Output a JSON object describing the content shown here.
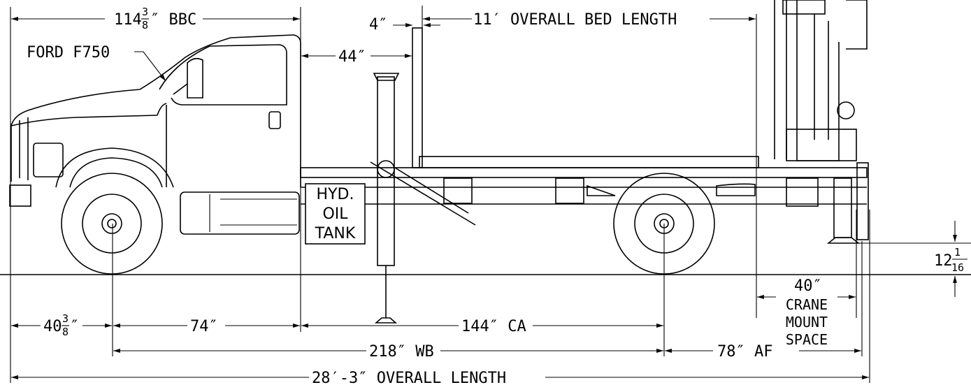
{
  "dimensions": {
    "bbc_whole": "114",
    "bbc_num": "3",
    "bbc_den": "8",
    "bbc_suffix": "″ BBC",
    "bed_gap": "4″",
    "bed_length": "11′ OVERALL BED LENGTH",
    "cab_to_bed": "44″",
    "front_overhang_whole": "40",
    "front_overhang_num": "3",
    "front_overhang_den": "8",
    "front_overhang_suffix": "″",
    "axle_to_cab": "74″",
    "cab_to_axle": "144″ CA",
    "wheelbase": "218″ WB",
    "after_frame": "78″ AF",
    "overall_length": "28′-3″ OVERALL LENGTH",
    "crane_mount_width": "40″",
    "crane_mount_line1": "CRANE",
    "crane_mount_line2": "MOUNT",
    "crane_mount_line3": "SPACE",
    "ground_clear_whole": "12",
    "ground_clear_num": "1",
    "ground_clear_den": "16"
  },
  "labels": {
    "truck_model": "FORD F750",
    "tank_line1": "HYD.",
    "tank_line2": "OIL",
    "tank_line3": "TANK"
  },
  "colors": {
    "ink": "#000000",
    "paper": "#ffffff"
  }
}
